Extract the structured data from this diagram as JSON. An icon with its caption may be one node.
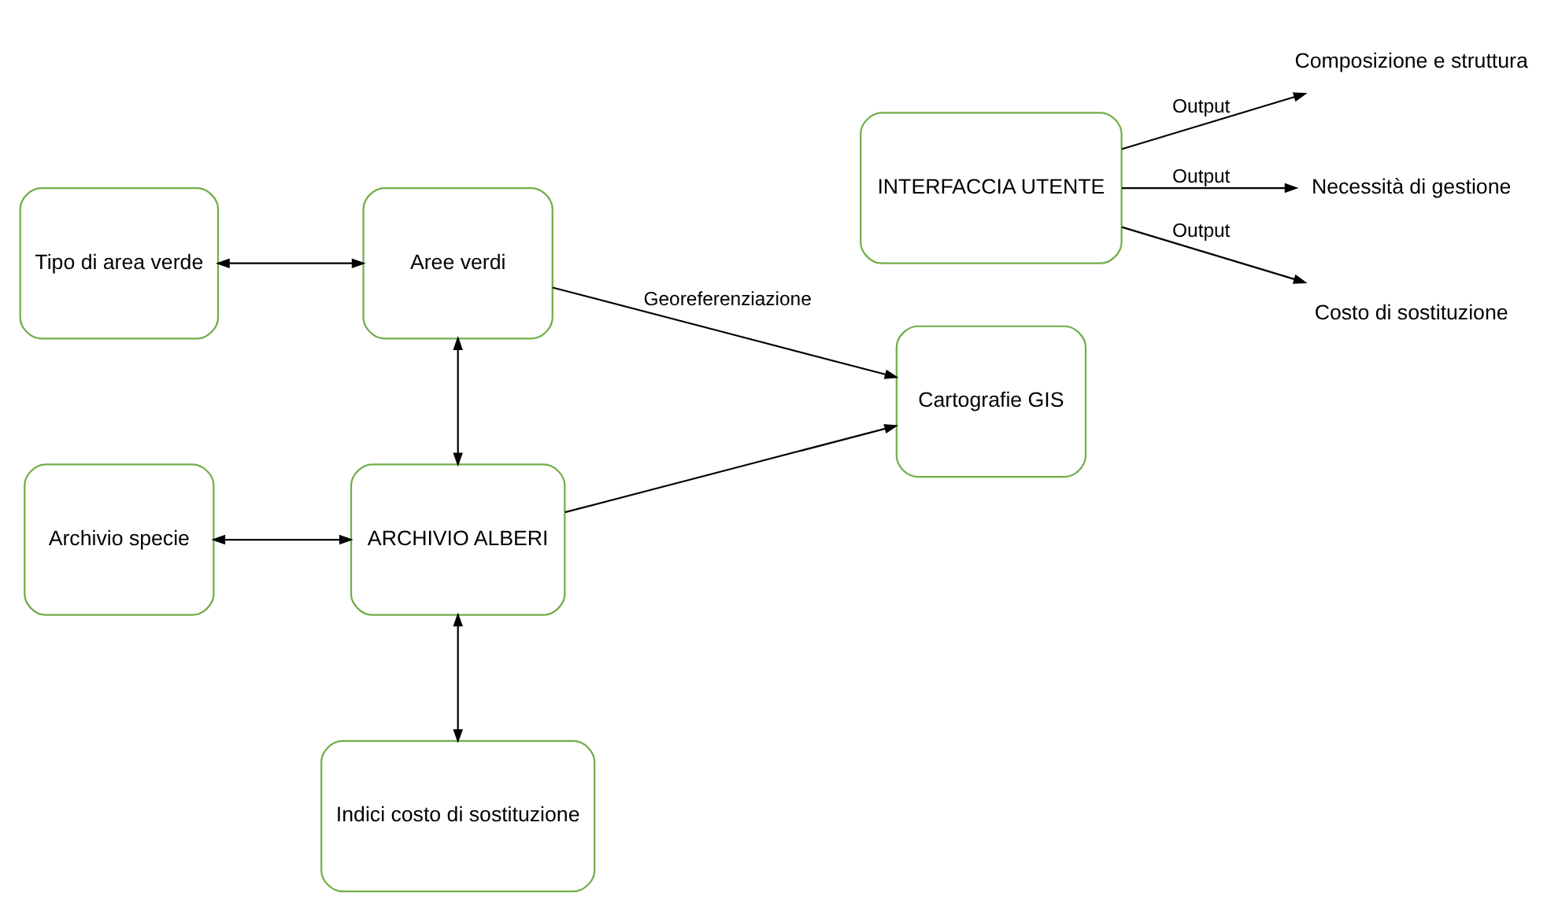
{
  "diagram": {
    "nodes": [
      {
        "text": [
          "Tipo di area verde"
        ]
      },
      {
        "text": [
          "Aree verdi"
        ]
      },
      {
        "text": [
          "Cartografie GIS"
        ]
      },
      {
        "text": [
          "Archivio specie"
        ]
      },
      {
        "text": [
          "ARCHIVIO ALBERI"
        ]
      },
      {
        "text": [
          "INTERFACCIA UTENTE"
        ]
      },
      {
        "text": [
          "Composizione e struttura"
        ]
      },
      {
        "text": [
          "Necessità di gestione"
        ]
      },
      {
        "text": [
          "Costo di sostituzione"
        ]
      },
      {
        "text": [
          "Indici costo di sostituzione"
        ]
      }
    ],
    "edges": [
      {
        "from": 0,
        "to": 1,
        "arrow": "both"
      },
      {
        "from": 1,
        "to": 2,
        "arrow": "to",
        "label": "Georeferenziazione"
      },
      {
        "from": 1,
        "to": 4,
        "arrow": "both"
      },
      {
        "from": 3,
        "to": 4,
        "arrow": "both"
      },
      {
        "from": 5,
        "to": 6,
        "arrow": "to",
        "label": "Output"
      },
      {
        "from": 5,
        "to": 7,
        "arrow": "to",
        "label": "Output"
      },
      {
        "from": 5,
        "to": 8,
        "arrow": "to",
        "label": "Output"
      },
      {
        "from": 4,
        "to": 2,
        "arrow": "to"
      },
      {
        "from": 4,
        "to": 9,
        "arrow": "both"
      }
    ]
  }
}
